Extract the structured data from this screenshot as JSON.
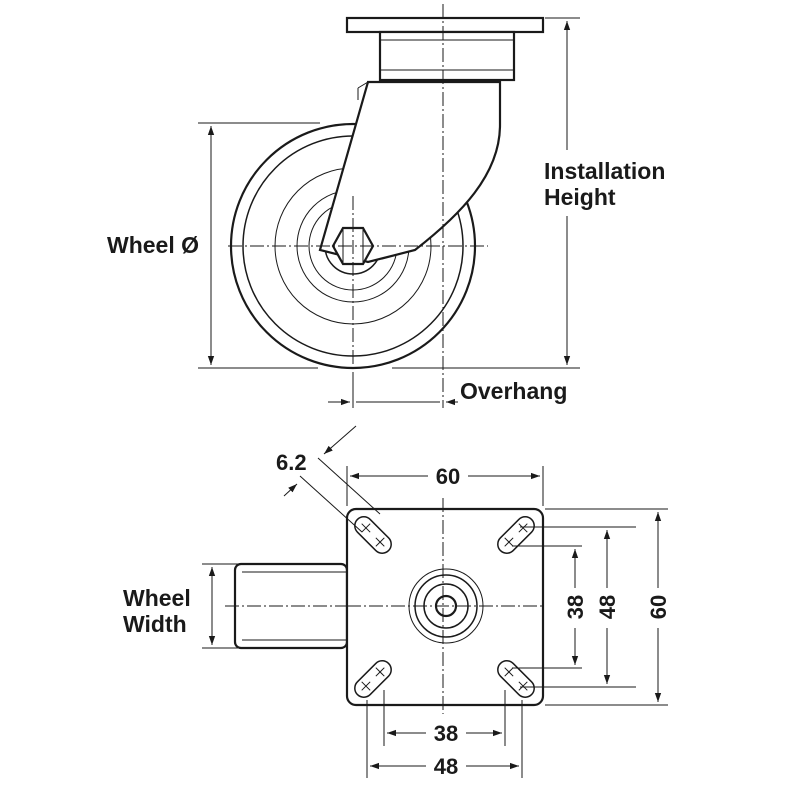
{
  "side_view": {
    "wheel_diameter_label": "Wheel Ø",
    "installation_height_label_line1": "Installation",
    "installation_height_label_line2": "Height",
    "overhang_label": "Overhang"
  },
  "top_plate_view": {
    "slot_width": "6.2",
    "plate_width": "60",
    "plate_height": "60",
    "hole_spacing_x_inner": "38",
    "hole_spacing_x_outer": "48",
    "hole_spacing_y_inner": "38",
    "hole_spacing_y_outer": "48",
    "wheel_width_label_line1": "Wheel",
    "wheel_width_label_line2": "Width"
  }
}
